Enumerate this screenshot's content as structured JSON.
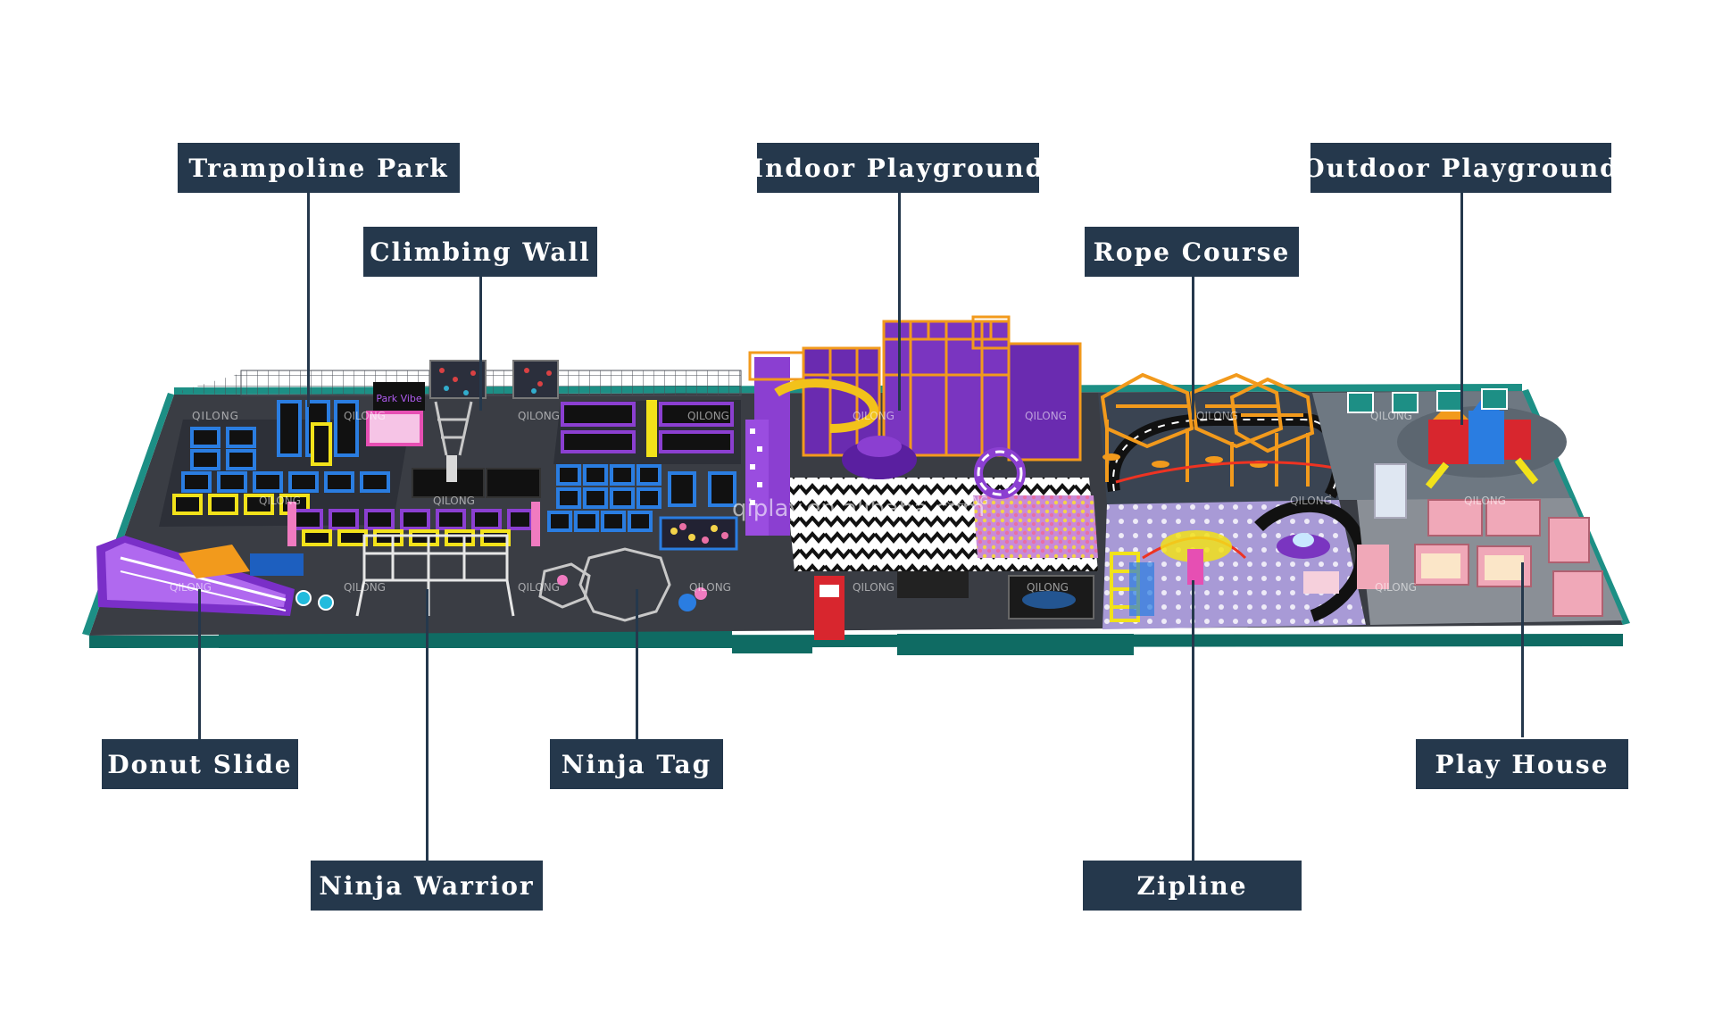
{
  "labels": {
    "trampoline_park": "Trampoline Park",
    "climbing_wall": "Climbing Wall",
    "indoor_playground": "Indoor Playground",
    "rope_course": "Rope Course",
    "outdoor_playground": "Outdoor Playground",
    "donut_slide": "Donut Slide",
    "ninja_warrior": "Ninja Warrior",
    "ninja_tag": "Ninja Tag",
    "zipline": "Zipline",
    "play_house": "Play House"
  },
  "watermarks": {
    "brand": "QILONG",
    "site": "qiplay.en.alibaba.com",
    "sign": "Park Vibe"
  },
  "colors": {
    "callout_bg": "#25384c",
    "callout_text": "#ffffff",
    "floor_dark": "#3a3d44",
    "wall_teal": "#1d8f85",
    "trampoline_blue": "#2a7de1",
    "trampoline_yellow": "#f2e21a",
    "trampoline_purple": "#8b3fd1",
    "indoor_purple": "#6a2bb0",
    "rope_orange": "#f29a1c",
    "outdoor_floor": "#6e7882",
    "playhouse_pink": "#f0a8b8"
  }
}
